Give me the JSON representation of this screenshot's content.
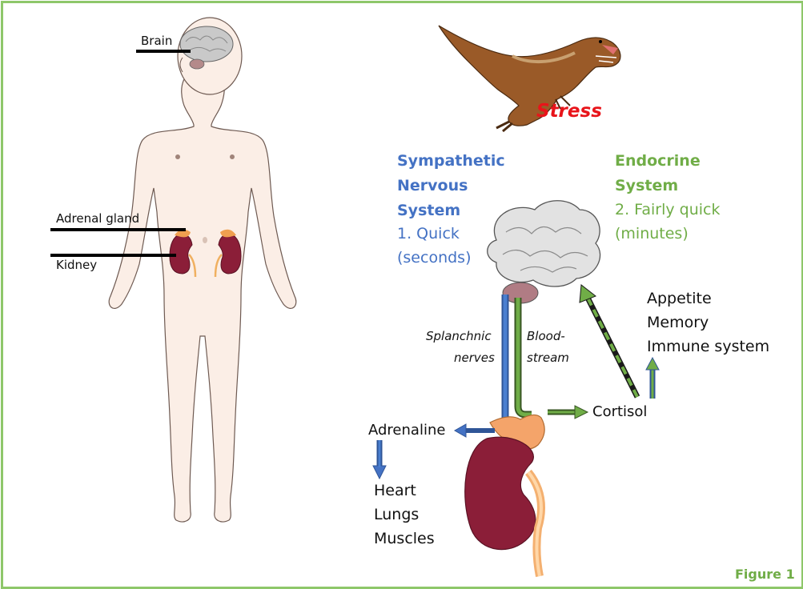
{
  "body_labels": {
    "brain": "Brain",
    "adrenal_gland": "Adrenal gland",
    "kidney": "Kidney"
  },
  "stress": "Stress",
  "sympathetic": {
    "title_line1": "Sympathetic",
    "title_line2": "Nervous",
    "title_line3": "System",
    "speed_line1": "1. Quick",
    "speed_line2": "(seconds)"
  },
  "endocrine": {
    "title_line1": "Endocrine",
    "title_line2": "System",
    "speed_line1": "2. Fairly quick",
    "speed_line2": "(minutes)"
  },
  "pathways": {
    "splanchnic_line1": "Splanchnic",
    "splanchnic_line2": "nerves",
    "blood_line1": "Blood-",
    "blood_line2": "stream"
  },
  "outputs": {
    "adrenaline": "Adrenaline",
    "heart": "Heart",
    "lungs": "Lungs",
    "muscles": "Muscles",
    "cortisol": "Cortisol",
    "appetite": "Appetite",
    "memory": "Memory",
    "immune": "Immune system"
  },
  "figure_label": "Figure 1",
  "colors": {
    "border": "#8ec76a",
    "sympathetic": "#4472c4",
    "endocrine": "#70ad47",
    "stress": "#e8141a",
    "skin": "#fbeee6",
    "kidney": "#8b1e38",
    "adrenal": "#f0a050"
  }
}
